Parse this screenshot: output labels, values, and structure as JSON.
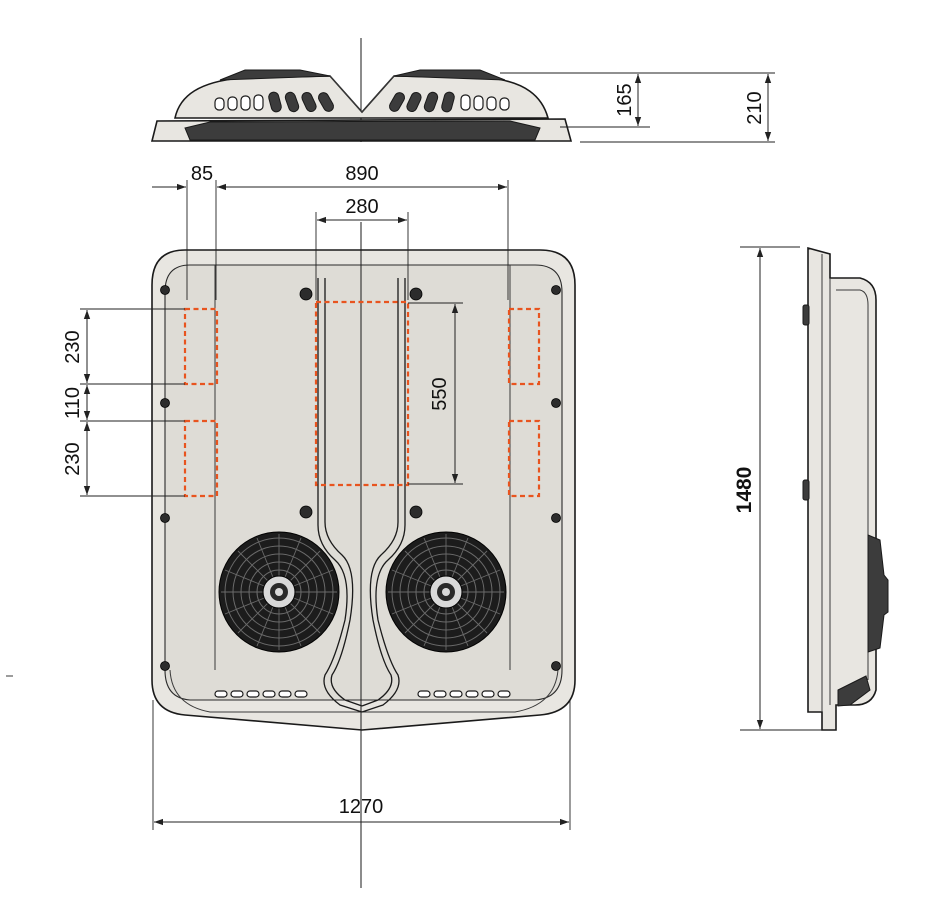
{
  "dimensions": {
    "top_height_inner": "165",
    "top_height_total": "210",
    "offset_left": "85",
    "bracket_span": "890",
    "duct_width": "280",
    "pad_height_1": "230",
    "pad_gap": "110",
    "pad_height_2": "230",
    "duct_height": "550",
    "overall_width": "1270",
    "overall_length": "1480"
  },
  "colors": {
    "marker": "#e8541f",
    "body_fill": "#e8e6e1",
    "outline": "#1a1a1a"
  }
}
